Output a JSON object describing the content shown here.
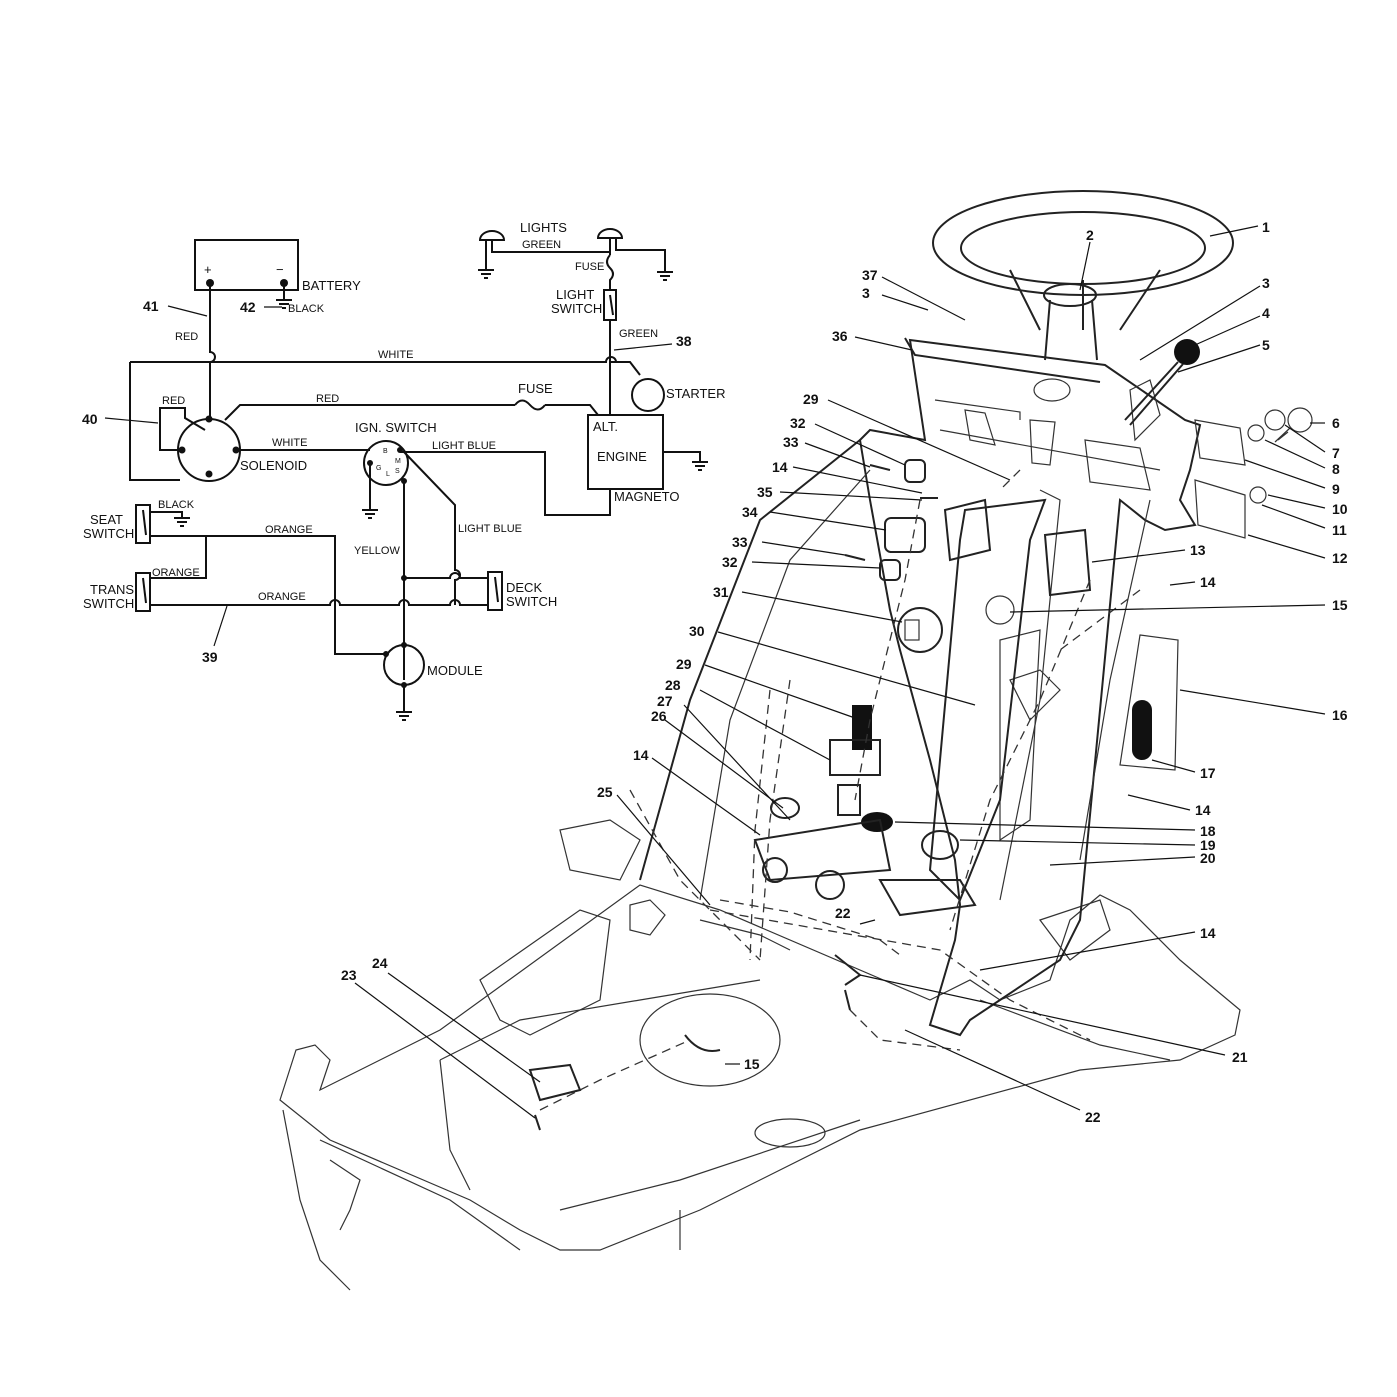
{
  "schematic": {
    "battery": {
      "label": "BATTERY",
      "plus": "+",
      "minus": "−"
    },
    "solenoid": "SOLENOID",
    "ign_switch": {
      "label": "IGN. SWITCH",
      "pins": [
        "B",
        "M",
        "G",
        "L",
        "S"
      ]
    },
    "lights": "LIGHTS",
    "light_switch": [
      "LIGHT",
      "SWITCH"
    ],
    "fuse_top": "FUSE",
    "fuse_mid": "FUSE",
    "starter": "STARTER",
    "alt": "ALT.",
    "engine": "ENGINE",
    "magneto": "MAGNETO",
    "seat_switch": [
      "SEAT",
      "SWITCH"
    ],
    "trans_switch": [
      "TRANS.",
      "SWITCH"
    ],
    "deck_switch": [
      "DECK",
      "SWITCH"
    ],
    "module": "MODULE",
    "wire_colors": {
      "red_left": "RED",
      "red_solenoid": "RED",
      "red_fuse": "RED",
      "white_top": "WHITE",
      "white_ign": "WHITE",
      "black_battery": "BLACK",
      "black_seat": "BLACK",
      "green_lights": "GREEN",
      "green_switch": "GREEN",
      "light_blue_top": "LIGHT BLUE",
      "light_blue_side": "LIGHT BLUE",
      "yellow": "YELLOW",
      "orange_seat": "ORANGE",
      "orange_trans_short": "ORANGE",
      "orange_trans": "ORANGE"
    },
    "callouts": {
      "c38": "38",
      "c39": "39",
      "c40": "40",
      "c41": "41",
      "c42": "42"
    }
  },
  "parts": {
    "p1": "1",
    "p2": "2",
    "p3a": "3",
    "p3b": "3",
    "p4": "4",
    "p5": "5",
    "p6": "6",
    "p7": "7",
    "p8": "8",
    "p9": "9",
    "p10": "10",
    "p11": "11",
    "p12": "12",
    "p13": "13",
    "p14a": "14",
    "p14b": "14",
    "p14c": "14",
    "p14d": "14",
    "p14e": "14",
    "p15a": "15",
    "p15b": "15",
    "p16": "16",
    "p17": "17",
    "p18": "18",
    "p19": "19",
    "p20": "20",
    "p21": "21",
    "p22a": "22",
    "p22b": "22",
    "p23": "23",
    "p24": "24",
    "p25": "25",
    "p26": "26",
    "p27": "27",
    "p28": "28",
    "p29a": "29",
    "p29b": "29",
    "p30": "30",
    "p31": "31",
    "p32a": "32",
    "p32b": "32",
    "p33a": "33",
    "p33b": "33",
    "p34": "34",
    "p35": "35",
    "p36": "36",
    "p37": "37"
  }
}
